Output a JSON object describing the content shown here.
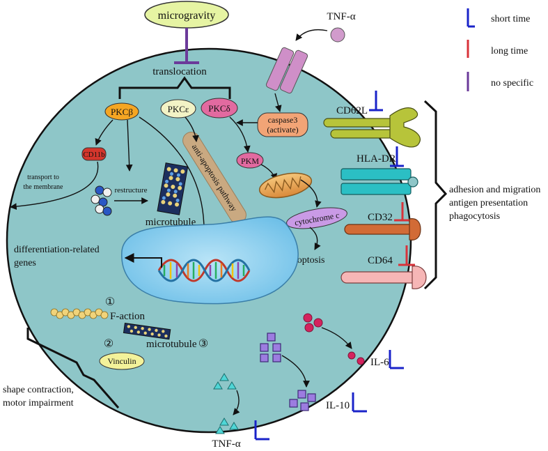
{
  "legend": {
    "short": "short time",
    "long": "long time",
    "nospec": "no specific"
  },
  "colors": {
    "short": "#1a23c9",
    "long": "#d8323a",
    "nospec": "#6b3a9a",
    "cell": "#8ec6c8",
    "nucleus": "#8fd0ee"
  },
  "labels": {
    "microgravity": "microgravity",
    "translocation": "translocation",
    "tnf_top": "TNF-α",
    "pkcb": "PKCβ",
    "pkce": "PKCε",
    "pkcd": "PKCδ",
    "caspase_1": "caspase3",
    "caspase_2": "(activate)",
    "cd11b": "CD11b",
    "transport_1": "transport to",
    "transport_2": "the membrane",
    "restructure": "restructure",
    "microtubule_1": "microtubule",
    "anti_apoptosis": "anti-apoptosis pathway",
    "pkm": "PKM",
    "cytochrome": "cytochrome c",
    "apoptosis": "apoptosis",
    "diff_1": "differentiation-related",
    "diff_2": "genes",
    "n1": "①",
    "n2": "②",
    "n3": "③",
    "faction": "F-action",
    "microtubule_2": "microtubule",
    "vinculin": "Vinculin",
    "cd62l": "CD62L",
    "hladr": "HLA-DR",
    "cd32": "CD32",
    "cd64": "CD64",
    "il6": "IL-6",
    "il10": "IL-10",
    "tnf_bottom": "TNF-α",
    "right_1": "adhesion and migration",
    "right_2": "antigen presentation",
    "right_3": "phagocytosis",
    "shape_1": "shape contraction,",
    "shape_2": "motor impairment"
  }
}
